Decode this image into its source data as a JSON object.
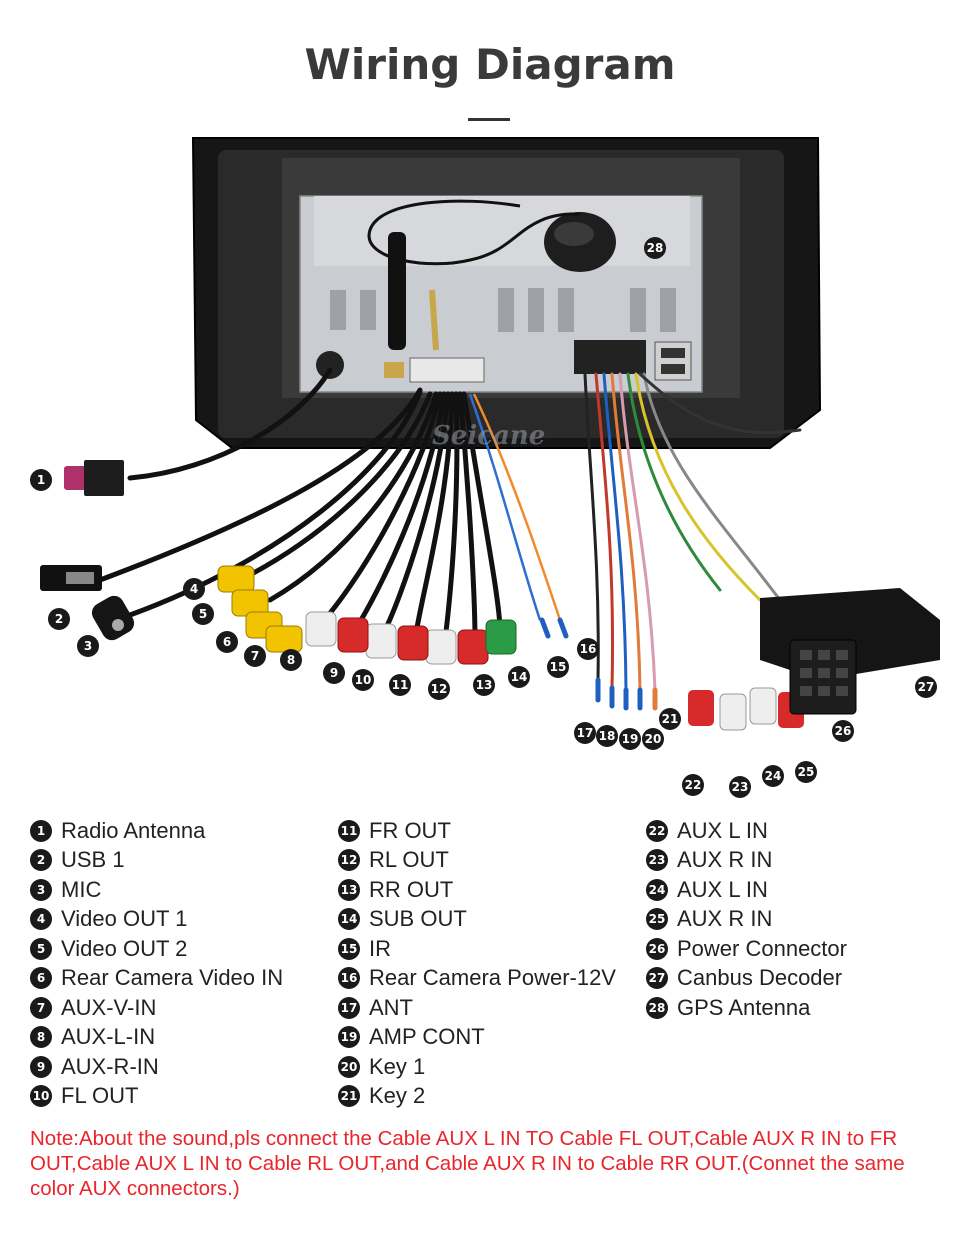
{
  "title": "Wiring Diagram",
  "watermark": "Seicane",
  "legend": {
    "col1": [
      {
        "num": "1",
        "label": "Radio Antenna"
      },
      {
        "num": "2",
        "label": "USB 1"
      },
      {
        "num": "3",
        "label": "MIC"
      },
      {
        "num": "4",
        "label": "Video OUT 1"
      },
      {
        "num": "5",
        "label": "Video OUT 2"
      },
      {
        "num": "6",
        "label": "Rear Camera Video IN"
      },
      {
        "num": "7",
        "label": "AUX-V-IN"
      },
      {
        "num": "8",
        "label": "AUX-L-IN"
      },
      {
        "num": "9",
        "label": "AUX-R-IN"
      },
      {
        "num": "10",
        "label": "FL OUT"
      }
    ],
    "col2": [
      {
        "num": "11",
        "label": "FR OUT"
      },
      {
        "num": "12",
        "label": "RL OUT"
      },
      {
        "num": "13",
        "label": "RR OUT"
      },
      {
        "num": "14",
        "label": "SUB OUT"
      },
      {
        "num": "15",
        "label": "IR"
      },
      {
        "num": "16",
        "label": "Rear Camera Power-12V"
      },
      {
        "num": "17",
        "label": "ANT"
      },
      {
        "num": "19",
        "label": "AMP CONT"
      },
      {
        "num": "20",
        "label": "Key 1"
      },
      {
        "num": "21",
        "label": "Key 2"
      }
    ],
    "col3": [
      {
        "num": "22",
        "label": "AUX L IN"
      },
      {
        "num": "23",
        "label": "AUX R IN"
      },
      {
        "num": "24",
        "label": "AUX L IN"
      },
      {
        "num": "25",
        "label": "AUX R IN"
      },
      {
        "num": "26",
        "label": "Power Connector"
      },
      {
        "num": "27",
        "label": "Canbus Decoder"
      },
      {
        "num": "28",
        "label": "GPS Antenna"
      }
    ]
  },
  "markers": [
    "1",
    "2",
    "3",
    "4",
    "5",
    "6",
    "7",
    "8",
    "9",
    "10",
    "11",
    "12",
    "13",
    "14",
    "15",
    "16",
    "17",
    "18",
    "19",
    "20",
    "21",
    "22",
    "23",
    "24",
    "25",
    "26",
    "27",
    "28"
  ],
  "note": "Note:About the sound,pls connect the Cable AUX L IN TO Cable FL OUT,Cable AUX R IN to FR OUT,Cable AUX L IN to Cable RL OUT,and Cable AUX R IN to Cable RR OUT.(Connet the same color AUX connectors.)"
}
